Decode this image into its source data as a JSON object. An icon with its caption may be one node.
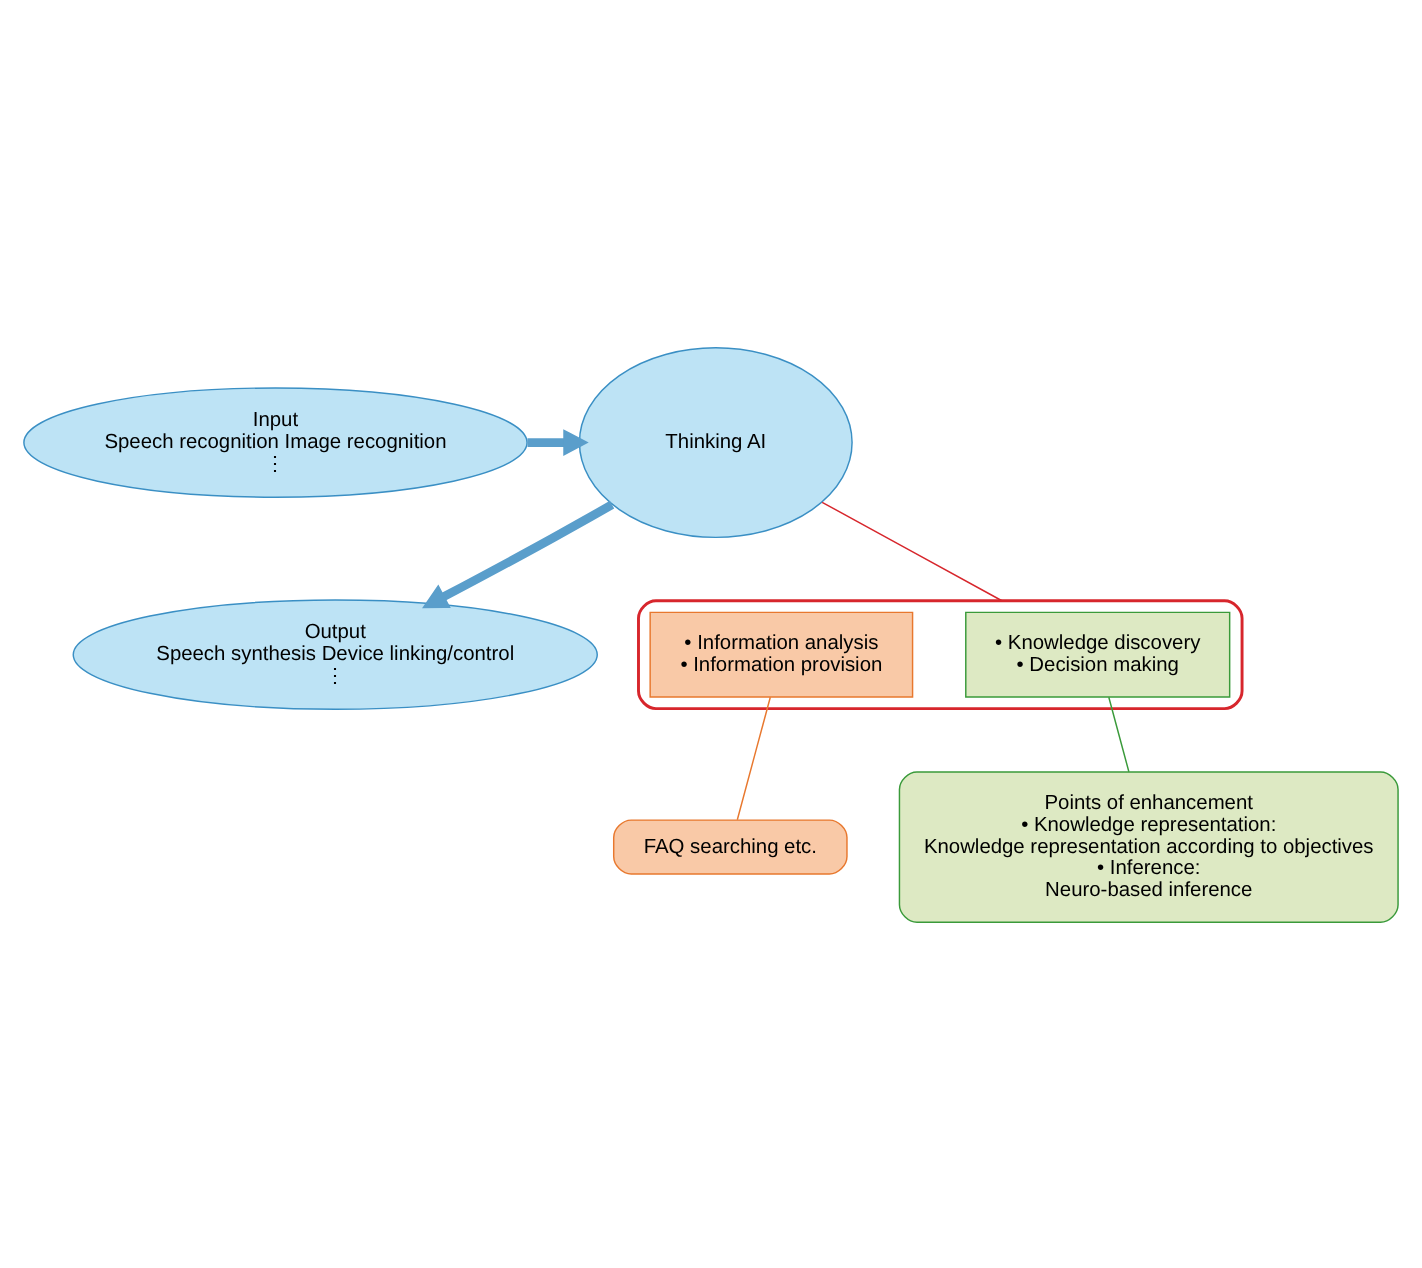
{
  "diagram": {
    "nodes": [
      {
        "text": [
          "Input",
          "Speech recognition Image recognition",
          "⋮"
        ]
      },
      {
        "text": [
          "Thinking AI"
        ]
      },
      {
        "text": [
          "Output",
          "Speech synthesis Device linking/control",
          "⋮"
        ]
      },
      {
        "text": [],
        "shape": "bracket"
      },
      {
        "text": [
          "• Information analysis",
          "• Information provision"
        ],
        "in": 3
      },
      {
        "text": [
          "• Knowledge discovery",
          "• Decision making"
        ],
        "in": 3
      },
      {
        "text": [
          "FAQ searching etc."
        ]
      },
      {
        "text": [
          "Points of enhancement",
          "• Knowledge representation:",
          "Knowledge representation according to objectives",
          "• Inference:",
          "Neuro-based inference"
        ]
      }
    ],
    "edges": [
      {
        "from": 0,
        "to": 1,
        "arrow": "to",
        "style": "thick",
        "color": "#5a9ecb"
      },
      {
        "from": 1,
        "to": 2,
        "arrow": "to",
        "style": "thick",
        "color": "#5a9ecb"
      },
      {
        "from": 1,
        "to": 3,
        "arrow": "none",
        "color": "#d7262c"
      },
      {
        "from": 4,
        "to": 6,
        "arrow": "none",
        "color": "#e8782e"
      },
      {
        "from": 5,
        "to": 7,
        "arrow": "none",
        "color": "#3a9a3a"
      }
    ]
  }
}
